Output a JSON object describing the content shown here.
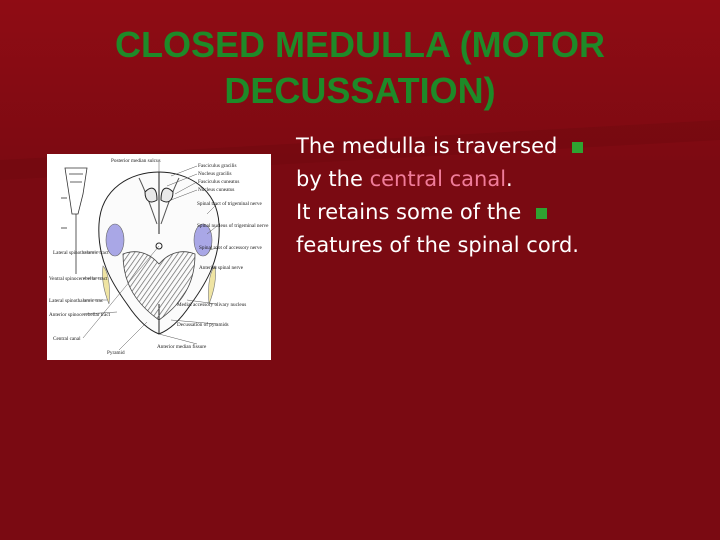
{
  "slide": {
    "title_line1": "CLOSED MEDULLA (MOTOR",
    "title_line2": "DECUSSATION)",
    "bullets": [
      {
        "pre": "The medulla is traversed",
        "line2_pre": "by the ",
        "highlight": "central canal",
        "post": "."
      },
      {
        "pre": "It retains some of the",
        "line2": "features of the spinal cord."
      }
    ],
    "bullet_marker": "n",
    "colors": {
      "background": "#7a0a12",
      "title": "#1e8a28",
      "text": "#ffffff",
      "highlight": "#f07c9a",
      "bullet": "#2fa331"
    }
  },
  "figure": {
    "labels_left": [
      "Lateral spinothalamic tract",
      "Ventral spinocerebellar tract",
      "Lateral spinothalamic trac",
      "Anterior spinocerebellar tract",
      "Central canal",
      "Pyramid"
    ],
    "labels_top": [
      "Posterior median sulcus"
    ],
    "labels_right": [
      "Fasciculus gracilis",
      "Nucleus gracilis",
      "Fasciculus cuneatus",
      "Nucleus cuneatus",
      "Spinal tract of trigeminal nerve",
      "Spinal nucleus of trigeminal nerve",
      "Spinal root of accessory nerve",
      "Anterior spinal nerve",
      "Medial accessory olivary nucleus",
      "Decussation of pyramids",
      "Anterior median fissure"
    ]
  }
}
